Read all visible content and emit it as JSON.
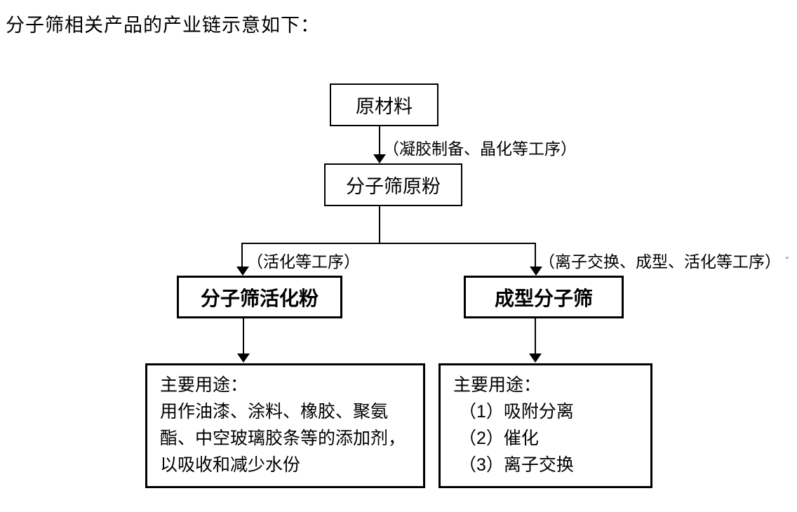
{
  "page": {
    "title": "分子筛相关产品的产业链示意如下："
  },
  "diagram": {
    "type": "flowchart",
    "colors": {
      "line": "#000000",
      "background": "#ffffff",
      "text": "#000000"
    },
    "nodes": {
      "raw_material": "原材料",
      "raw_powder": "分子筛原粉",
      "activated_powder": "分子筛活化粉",
      "shaped_sieve": "成型分子筛"
    },
    "edge_labels": {
      "gel": "（凝胶制备、晶化等工序）",
      "activation": "（活化等工序）",
      "ion_exchange": "（离子交换、成型、活化等工序）"
    },
    "usage_left": {
      "lines": [
        "主要用途：",
        "用作油漆、涂料、橡胶、聚氨",
        "酯、中空玻璃胶条等的添加剂，",
        "以吸收和减少水份"
      ]
    },
    "usage_right": {
      "lines": [
        "主要用途：",
        "（1）吸附分离",
        "（2）催化",
        "（3）离子交换"
      ]
    }
  }
}
